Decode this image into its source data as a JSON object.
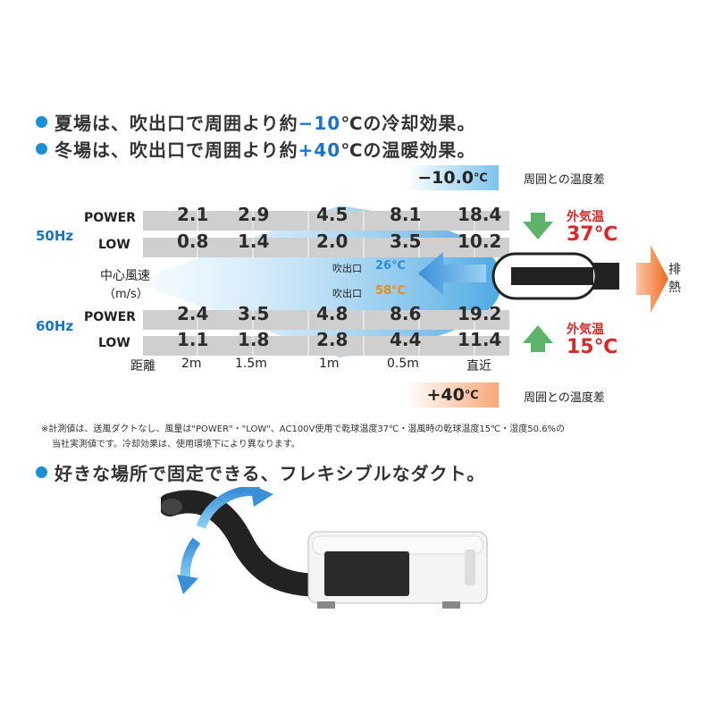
{
  "bullets": [
    {
      "pre": "夏場は、吹出口で周囲より約",
      "highlight": "−10",
      "post": "℃の冷却効果。"
    },
    {
      "pre": "冬場は、吹出口で周囲より約",
      "highlight": "+40",
      "post": "℃の温暖効果。"
    },
    {
      "pre": "好きな場所で固定できる、フレキシブルなダクト。",
      "highlight": "",
      "post": ""
    }
  ],
  "cooling_delta": {
    "value": "−10.0",
    "unit": "℃",
    "label": "周囲との温度差",
    "color": "#4aa3df"
  },
  "heating_delta": {
    "value": "+40",
    "unit": "℃",
    "label": "周囲との温度差",
    "color": "#f08a4b"
  },
  "freq_labels": {
    "f50": "50Hz",
    "f60": "60Hz"
  },
  "rows": [
    {
      "label": "POWER",
      "values": [
        "2.1",
        "2.9",
        "4.5",
        "8.1",
        "18.4"
      ]
    },
    {
      "label": "LOW",
      "values": [
        "0.8",
        "1.4",
        "2.0",
        "3.5",
        "10.2"
      ]
    },
    {
      "label": "POWER",
      "values": [
        "2.4",
        "3.5",
        "4.8",
        "8.6",
        "19.2"
      ]
    },
    {
      "label": "LOW",
      "values": [
        "1.1",
        "1.8",
        "2.8",
        "4.4",
        "11.4"
      ]
    }
  ],
  "center_speed_label": "中心風速",
  "center_speed_unit": "（m/s）",
  "outlet_label": "吹出口",
  "outlet_cool": "26℃",
  "outlet_warm": "58℃",
  "distance_label": "距離",
  "distances": [
    "2m",
    "1.5m",
    "1m",
    "0.5m",
    "直近"
  ],
  "outside_summer": {
    "label": "外気温",
    "value": "37℃"
  },
  "outside_winter": {
    "label": "外気温",
    "value": "15℃"
  },
  "exhaust_label": "排熱",
  "note_lines": [
    "※計測値は、送風ダクトなし、風量は\"POWER\"・\"LOW\"、AC100V使用で乾球温度37℃・温風時の乾球温度15℃・湿度50.6%の",
    "当社実測値です。冷却効果は、使用環境下により異なります。"
  ],
  "colors": {
    "accent": "#1a8fd6",
    "cool": "#4aa3df",
    "warm": "#f08a4b",
    "red": "#d32b2b",
    "green": "#5db36a"
  }
}
